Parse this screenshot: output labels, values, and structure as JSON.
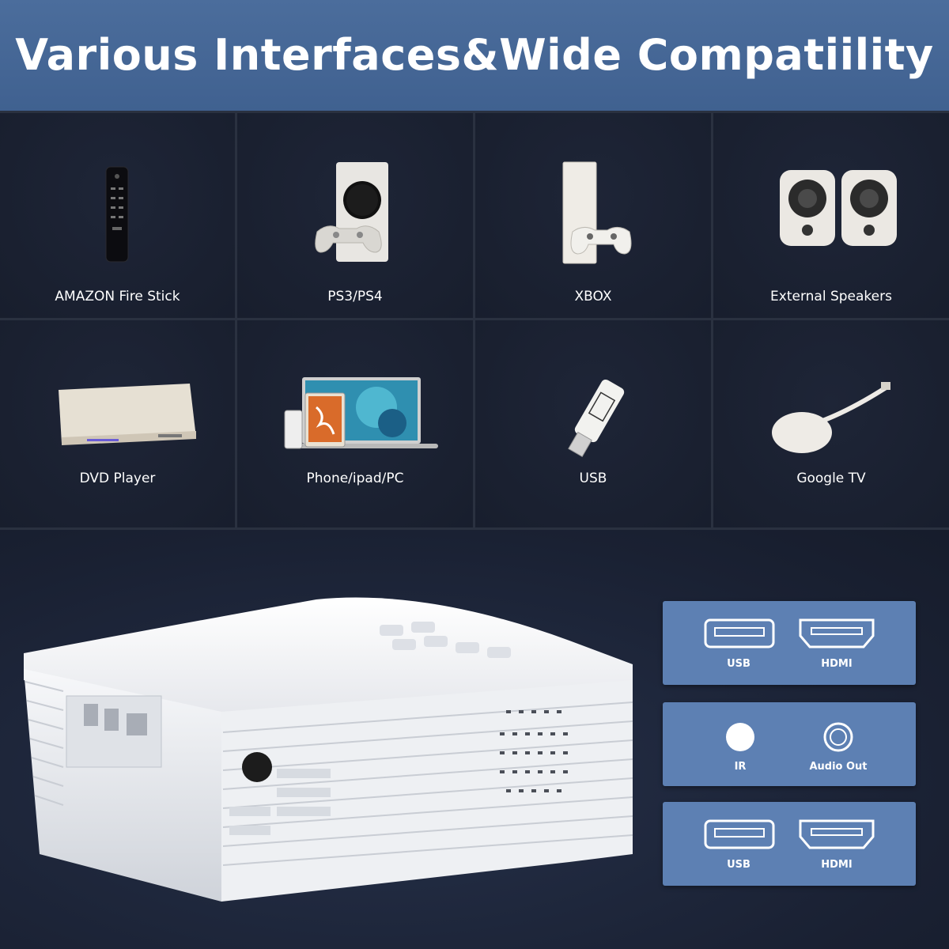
{
  "title": "Various Interfaces&Wide Compatiility",
  "devices": [
    {
      "label": "AMAZON Fire Stick",
      "icon": "remote-control-icon"
    },
    {
      "label": "PS3/PS4",
      "icon": "game-console-icon"
    },
    {
      "label": "XBOX",
      "icon": "game-console-icon"
    },
    {
      "label": "External Speakers",
      "icon": "speakers-icon"
    },
    {
      "label": "DVD Player",
      "icon": "dvd-player-icon"
    },
    {
      "label": "Phone/ipad/PC",
      "icon": "laptop-icon"
    },
    {
      "label": "USB",
      "icon": "usb-drive-icon"
    },
    {
      "label": "Google TV",
      "icon": "chromecast-icon"
    }
  ],
  "ports": [
    {
      "left": "USB",
      "right": "HDMI"
    },
    {
      "left": "IR",
      "right": "Audio Out"
    },
    {
      "left": "USB",
      "right": "HDMI"
    }
  ],
  "colors": {
    "banner": "#456795",
    "panel": "#5d80b3",
    "background": "#1d2536"
  }
}
